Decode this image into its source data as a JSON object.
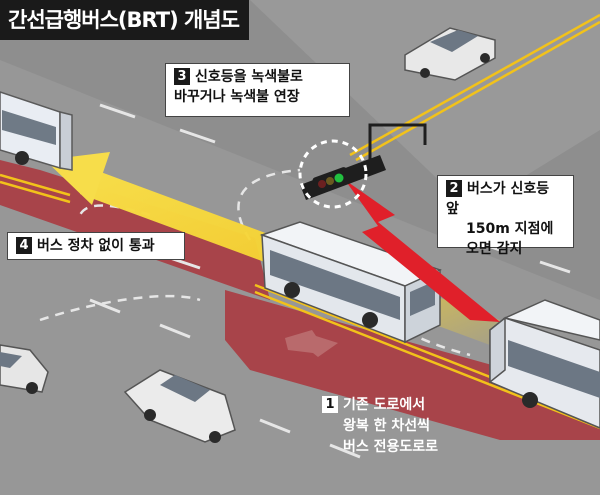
{
  "title": "간선급행버스(BRT) 개념도",
  "steps": [
    {
      "num": "1",
      "lines": [
        "기존 도로에서",
        "왕복 한 차선씩",
        "버스 전용도로로"
      ]
    },
    {
      "num": "2",
      "lines": [
        "버스가 신호등 앞",
        "150m 지점에",
        "오면 감지"
      ]
    },
    {
      "num": "3",
      "lines": [
        "신호등을 녹색불로",
        "바꾸거나 녹색불 연장"
      ]
    },
    {
      "num": "4",
      "lines": [
        "버스 정차 없이 통과"
      ]
    }
  ],
  "colors": {
    "road": "#8e8e8e",
    "bus_lane": "#a8444a",
    "center_line": "#f2c21a",
    "arrow": "#f6d230",
    "signal_beam": "#e0202a",
    "green_light": "#22c040",
    "title_bg": "#1a1a1a"
  },
  "icons": [
    "bus",
    "car",
    "traffic-light",
    "lightning-signal",
    "direction-arrow"
  ]
}
